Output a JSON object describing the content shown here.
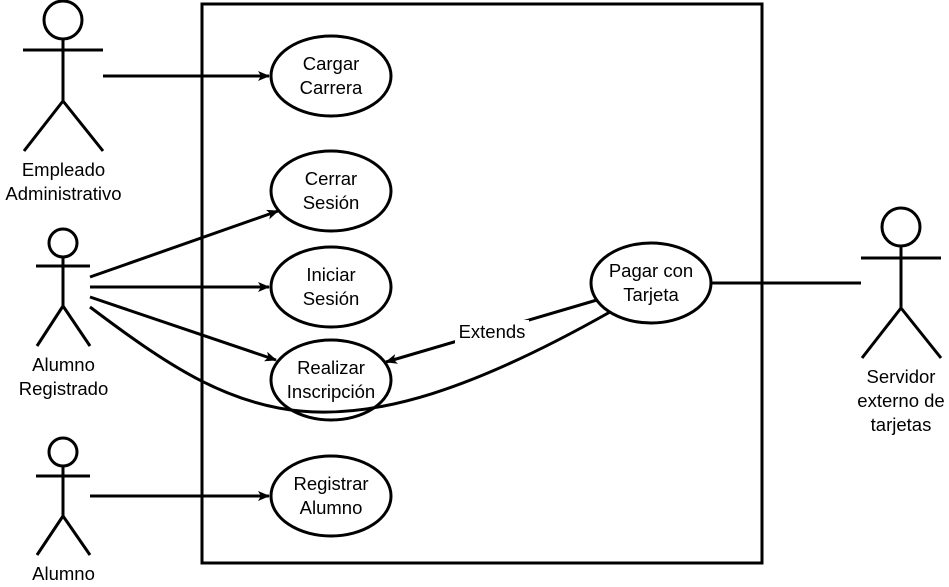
{
  "actors": {
    "empleado": "Empleado\nAdministrativo",
    "alumno_registrado": "Alumno\nRegistrado",
    "alumno": "Alumno",
    "servidor": "Servidor\nexterno de\ntarjetas"
  },
  "use_cases": {
    "cargar_carrera": "Cargar\nCarrera",
    "cerrar_sesion": "Cerrar\nSesión",
    "iniciar_sesion": "Iniciar\nSesión",
    "realizar_inscripcion": "Realizar\nInscripción",
    "registrar_alumno": "Registrar\nAlumno",
    "pagar_tarjeta": "Pagar con\nTarjeta"
  },
  "relations": {
    "extends_label": "Extends"
  },
  "colors": {
    "stroke": "#000000",
    "background": "#ffffff"
  }
}
